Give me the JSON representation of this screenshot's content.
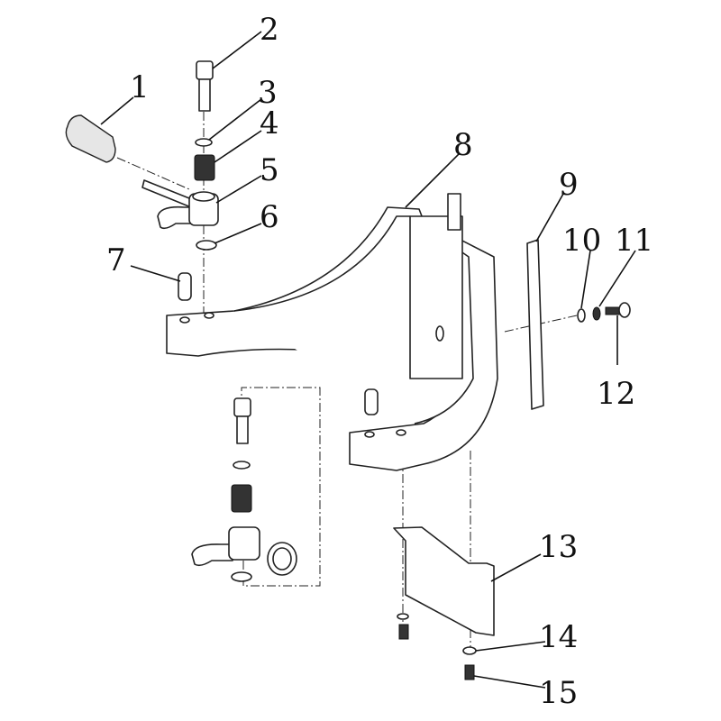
{
  "diagram": {
    "type": "exploded parts diagram",
    "callouts": [
      {
        "id": "1",
        "label": "1"
      },
      {
        "id": "2",
        "label": "2"
      },
      {
        "id": "3",
        "label": "3"
      },
      {
        "id": "4",
        "label": "4"
      },
      {
        "id": "5",
        "label": "5"
      },
      {
        "id": "6",
        "label": "6"
      },
      {
        "id": "7",
        "label": "7"
      },
      {
        "id": "8",
        "label": "8"
      },
      {
        "id": "9",
        "label": "9"
      },
      {
        "id": "10",
        "label": "10"
      },
      {
        "id": "11",
        "label": "11"
      },
      {
        "id": "12",
        "label": "12"
      },
      {
        "id": "13",
        "label": "13"
      },
      {
        "id": "14",
        "label": "14"
      },
      {
        "id": "15",
        "label": "15"
      }
    ]
  }
}
